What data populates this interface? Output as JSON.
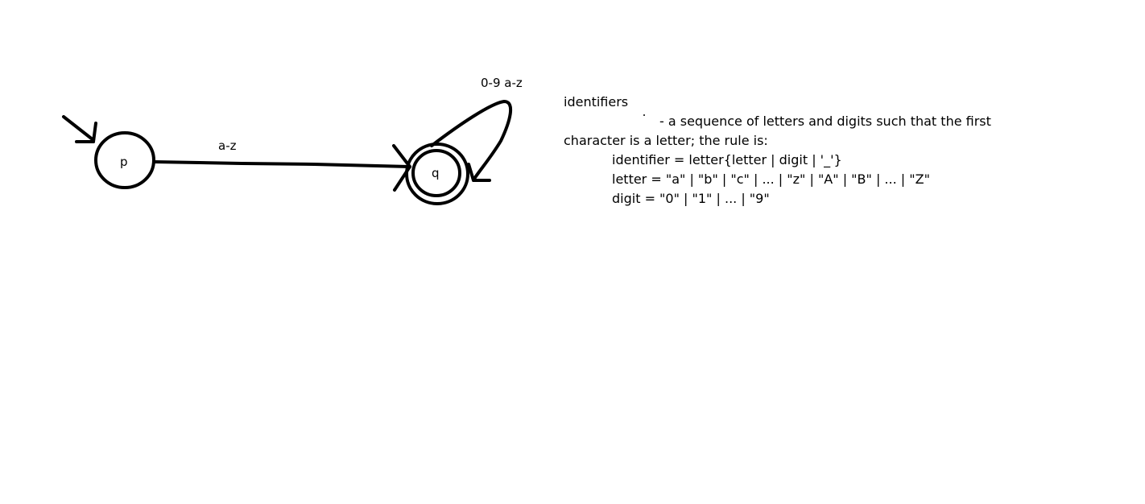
{
  "diagram": {
    "states": [
      {
        "id": "p",
        "label": "p",
        "initial": true,
        "accepting": false
      },
      {
        "id": "q",
        "label": "q",
        "initial": false,
        "accepting": true
      }
    ],
    "transitions": [
      {
        "from": "p",
        "to": "q",
        "label": "a-z"
      },
      {
        "from": "q",
        "to": "q",
        "label": "0-9 a-z"
      }
    ]
  },
  "notes": {
    "heading": "identifiers",
    "description_line1": "- a sequence of letters and digits such that the first",
    "description_line2": "character is a letter; the rule is:",
    "rules": [
      "identifier = letter{letter | digit | '_'}",
      "letter = \"a\" | \"b\" | \"c\" | ... | \"z\" | \"A\" | \"B\" | ... | \"Z\"",
      "digit = \"0\" | \"1\" | ... | \"9\""
    ]
  }
}
